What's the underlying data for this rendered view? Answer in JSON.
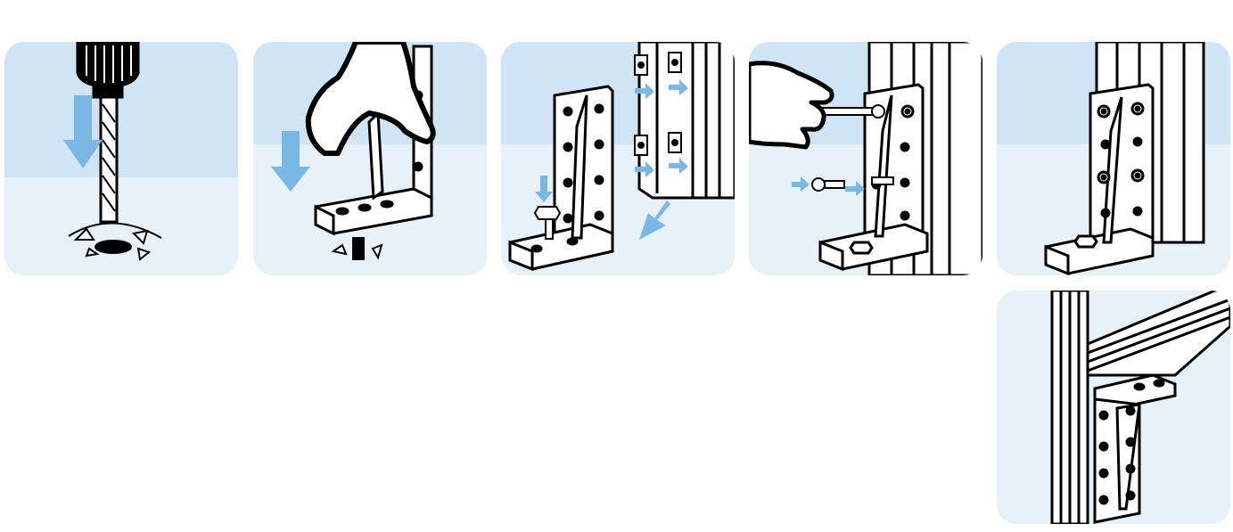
{
  "figure": {
    "steps": [
      {
        "id": 1,
        "icon": "drill-icon"
      },
      {
        "id": 2,
        "icon": "hand-press-icon"
      },
      {
        "id": 3,
        "icon": "t-slot-nut-icon"
      },
      {
        "id": 4,
        "icon": "hex-key-icon"
      },
      {
        "id": 5,
        "icon": "mounted-bracket-icon"
      },
      {
        "id": 6,
        "icon": "overhead-bracket-icon"
      }
    ],
    "colors": {
      "sky": "#cfe4f5",
      "floor": "#e6f1fa",
      "arrow": "#7bb7e5",
      "ink": "#000000",
      "metal": "#ffffff"
    }
  }
}
